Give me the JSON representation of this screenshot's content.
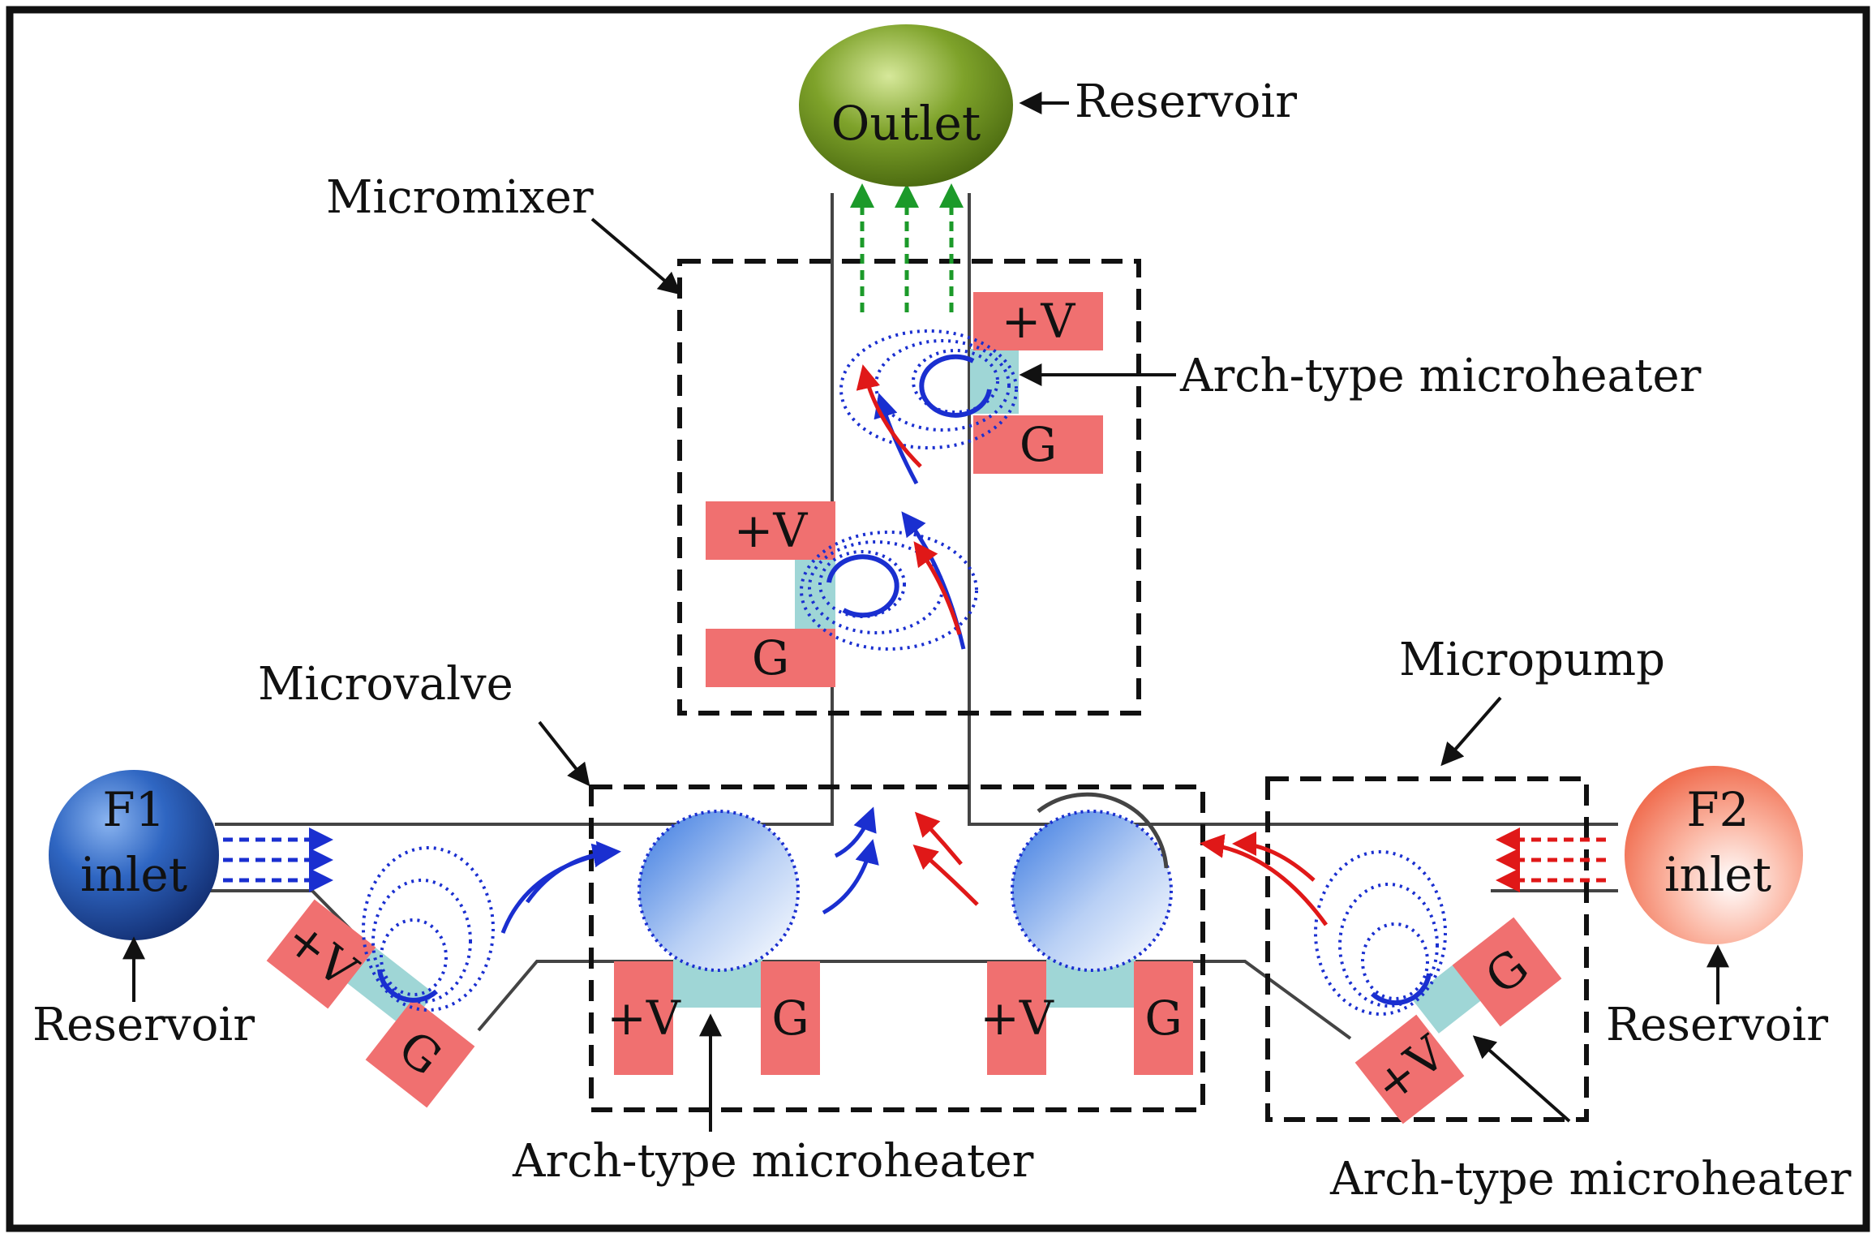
{
  "diagram": {
    "outlet": {
      "label": "Outlet",
      "color": "#6f8f1e"
    },
    "f1": {
      "line1": "F1",
      "line2": "inlet",
      "color": "#234f9e"
    },
    "f2": {
      "line1": "F2",
      "line2": "inlet",
      "color": "#f47e62"
    },
    "labels": {
      "reservoir_outlet": "Reservoir",
      "reservoir_f1": "Reservoir",
      "reservoir_f2": "Reservoir",
      "micromixer": "Micromixer",
      "microvalve": "Microvalve",
      "micropump": "Micropump",
      "heater_mixer": "Arch-type microheater",
      "heater_valve": "Arch-type microheater",
      "heater_pump": "Arch-type microheater"
    },
    "electrodes": {
      "positive": "+V",
      "ground": "G",
      "color": "#f07070",
      "bridge_color": "#9fd6d6"
    },
    "flow_colors": {
      "f1": "#1a2fd0",
      "f2": "#e01818",
      "outlet": "#1c9a2a"
    }
  }
}
